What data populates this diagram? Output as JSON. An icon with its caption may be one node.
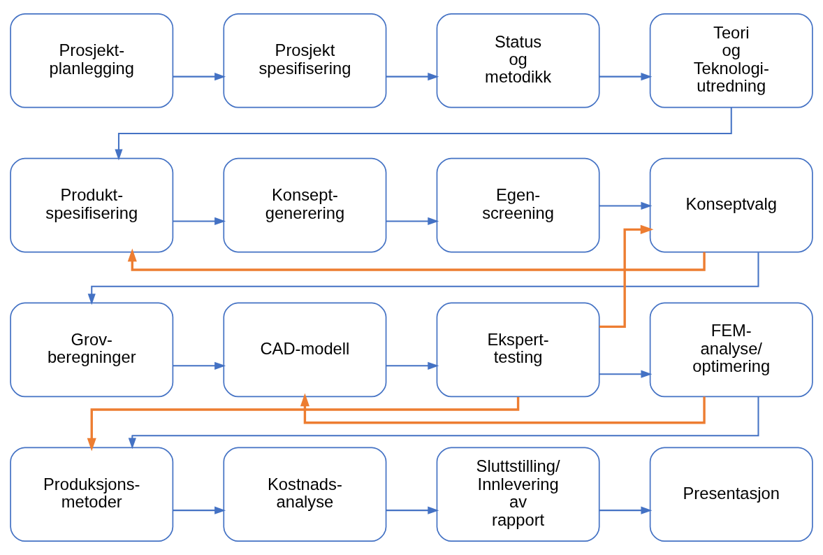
{
  "diagram": {
    "nodes": [
      {
        "text": [
          "Prosjekt- planlegging"
        ]
      },
      {
        "text": [
          "Prosjekt spesifisering"
        ]
      },
      {
        "text": [
          "Status og metodikk"
        ]
      },
      {
        "text": [
          "Teori og Teknologi- utredning"
        ]
      },
      {
        "text": [
          "Produkt- spesifisering"
        ]
      },
      {
        "text": [
          "Konsept- generering"
        ]
      },
      {
        "text": [
          "Egen- screening"
        ]
      },
      {
        "text": [
          "Konseptvalg"
        ]
      },
      {
        "text": [
          "Grov- beregninger"
        ]
      },
      {
        "text": [
          "CAD-modell"
        ]
      },
      {
        "text": [
          "Ekspert- testing"
        ]
      },
      {
        "text": [
          "FEM- analyse/ optimering"
        ]
      },
      {
        "text": [
          "Produksjons- metoder"
        ]
      },
      {
        "text": [
          "Kostnads- analyse"
        ]
      },
      {
        "text": [
          "Sluttstilling/ Innlevering av rapport"
        ]
      },
      {
        "text": [
          "Presentasjon"
        ]
      }
    ],
    "edges": [
      {
        "from": 0,
        "to": 1,
        "arrow": "to"
      },
      {
        "from": 1,
        "to": 2,
        "arrow": "to"
      },
      {
        "from": 2,
        "to": 3,
        "arrow": "to"
      },
      {
        "from": 3,
        "to": 4,
        "arrow": "to"
      },
      {
        "from": 4,
        "to": 5,
        "arrow": "to"
      },
      {
        "from": 5,
        "to": 6,
        "arrow": "to"
      },
      {
        "from": 6,
        "to": 7,
        "arrow": "to"
      },
      {
        "from": 7,
        "to": 8,
        "arrow": "to"
      },
      {
        "from": 8,
        "to": 9,
        "arrow": "to"
      },
      {
        "from": 9,
        "to": 10,
        "arrow": "to"
      },
      {
        "from": 10,
        "to": 11,
        "arrow": "to"
      },
      {
        "from": 11,
        "to": 12,
        "arrow": "to"
      },
      {
        "from": 12,
        "to": 13,
        "arrow": "to"
      },
      {
        "from": 13,
        "to": 14,
        "arrow": "to"
      },
      {
        "from": 14,
        "to": 15,
        "arrow": "to"
      },
      {
        "from": 7,
        "to": 4,
        "arrow": "to",
        "color": "#ed7d31"
      },
      {
        "from": 10,
        "to": 7,
        "arrow": "to",
        "color": "#ed7d31"
      },
      {
        "from": 11,
        "to": 9,
        "arrow": "to",
        "color": "#ed7d31"
      },
      {
        "from": 10,
        "to": 12,
        "arrow": "to",
        "color": "#ed7d31"
      }
    ]
  }
}
